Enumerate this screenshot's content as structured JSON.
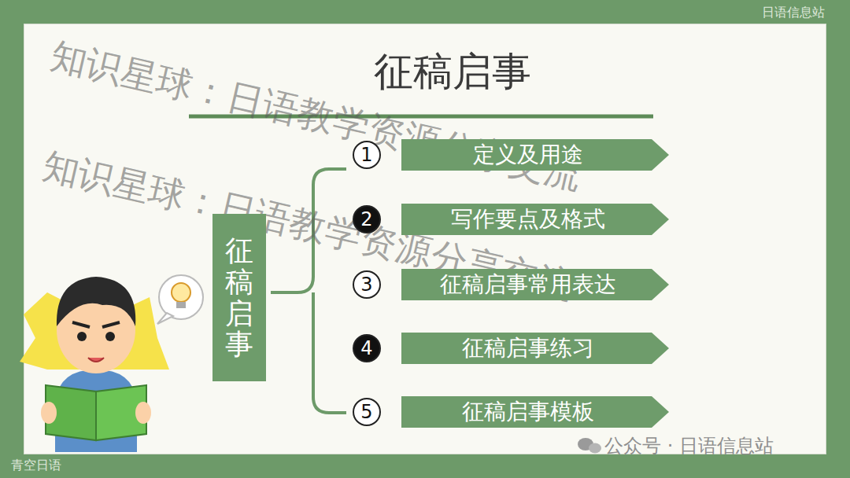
{
  "diagram": {
    "title": "征稿启事",
    "nodes": [
      {
        "text": [
          "征稿启事"
        ]
      },
      {
        "text": [
          "1"
        ]
      },
      {
        "text": [
          "定义及用途"
        ]
      },
      {
        "text": [
          "2"
        ]
      },
      {
        "text": [
          "写作要点及格式"
        ]
      },
      {
        "text": [
          "3"
        ]
      },
      {
        "text": [
          "征稿启事常用表达"
        ]
      },
      {
        "text": [
          "4"
        ]
      },
      {
        "text": [
          "征稿启事练习"
        ]
      },
      {
        "text": [
          "5"
        ]
      },
      {
        "text": [
          "征稿启事模板"
        ]
      }
    ],
    "labels": [
      "知识星球：日语教学资源分享交流",
      "知识星球：日语教学资源分享交流",
      "日语信息站",
      "青空日语",
      "公众号 · 日语信息站"
    ]
  }
}
